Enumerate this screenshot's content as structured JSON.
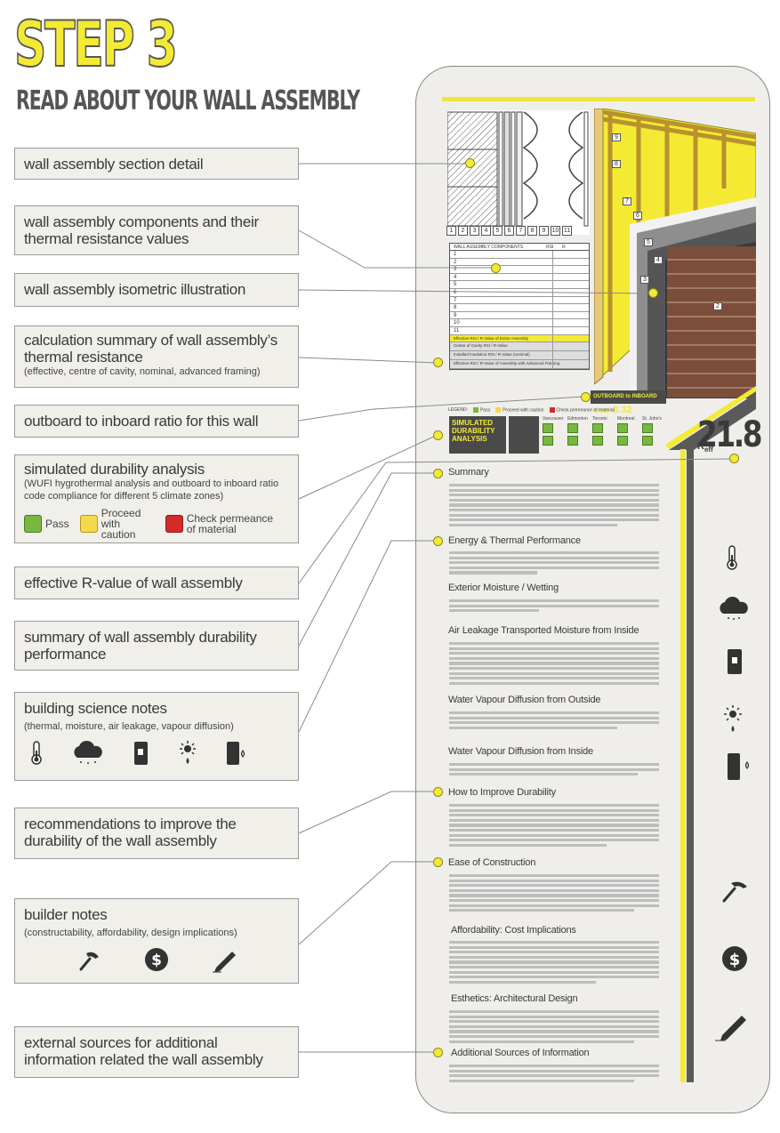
{
  "header": {
    "step": "STEP 3",
    "subtitle": "READ ABOUT YOUR WALL ASSEMBLY"
  },
  "callouts": [
    {
      "main": "wall assembly section detail"
    },
    {
      "main": "wall assembly components and their thermal resistance values"
    },
    {
      "main": "wall assembly isometric illustration"
    },
    {
      "main": "calculation summary of wall assembly’s thermal resistance",
      "note": "(effective, centre of cavity, nominal, advanced framing)"
    },
    {
      "main": "outboard to inboard ratio for this wall"
    },
    {
      "main": "simulated durability analysis",
      "note": "(WUFI hygrothermal analysis and outboard to inboard ratio code compliance for different 5 climate zones)",
      "legend": [
        {
          "label": "Pass",
          "color": "#78b83f"
        },
        {
          "label": "Proceed with caution",
          "color": "#f4d94a"
        },
        {
          "label": "Check permeance of material",
          "color": "#d42a2a"
        }
      ]
    },
    {
      "main": "effective R-value of wall assembly"
    },
    {
      "main": "summary of wall assembly durability performance"
    },
    {
      "main": "building science notes",
      "note": "(thermal, moisture, air leakage, vapour diffusion)",
      "icons": [
        "thermometer-icon",
        "rain-cloud-icon",
        "wall-panel-icon",
        "sun-drop-icon",
        "wall-drop-icon"
      ]
    },
    {
      "main": "recommendations to improve the durability of the wall assembly"
    },
    {
      "main": "builder notes",
      "note": "(constructability, affordability, design implications)",
      "icons": [
        "hammer-icon",
        "dollar-icon",
        "pencil-icon"
      ]
    },
    {
      "main": "external sources for additional information related the wall assembly"
    }
  ],
  "panel": {
    "section_numbers": [
      "1",
      "2",
      "3",
      "4",
      "5",
      "6",
      "7",
      "8",
      "9",
      "10",
      "11"
    ],
    "table_header": "WALL ASSEMBLY COMPONENTS",
    "table_header_rsi": "RSI",
    "table_header_r": "R",
    "table_rows": [
      "1",
      "2",
      "3",
      "4",
      "5",
      "6",
      "7",
      "8",
      "9",
      "10",
      "11"
    ],
    "summary_rows": [
      "Effective RSI / R-Value of Entire Assembly",
      "Centre of Cavity RSI / R-Value",
      "Installed Insulation RSI / R-Value (nominal)",
      "Effective RSI / R-Value of Assembly with Advanced Framing"
    ],
    "iso_labels": [
      "9",
      "8",
      "7",
      "6",
      "5",
      "4",
      "3",
      "2"
    ],
    "ratio_label": "OUTBOARD to INBOARD RATIO",
    "ratio_value": "0.32",
    "durability_legend_title": "LEGEND:",
    "durability_legend": [
      "Pass",
      "Proceed with caution",
      "Check permeance of material"
    ],
    "durability_title": "SIMULATED DURABILITY ANALYSIS",
    "cities": [
      "Vancouver",
      "Edmonton",
      "Toronto",
      "Montreal",
      "St. John’s"
    ],
    "r_value": "21.8",
    "r_label": "R",
    "r_subscript": "eff"
  },
  "sections": [
    {
      "title": "Summary"
    },
    {
      "title": "Energy & Thermal Performance"
    },
    {
      "title": "Exterior Moisture / Wetting"
    },
    {
      "title": "Air Leakage Transported Moisture from Inside"
    },
    {
      "title": "Water Vapour Diffusion from Outside"
    },
    {
      "title": "Water Vapour Diffusion from Inside"
    },
    {
      "title": "How to Improve Durability"
    },
    {
      "title": "Ease of Construction"
    },
    {
      "title": "Affordability: Cost Implications"
    },
    {
      "title": "Esthetics: Architectural Design"
    },
    {
      "title": "Additional Sources of Information"
    }
  ],
  "colors": {
    "accent": "#f4ea34",
    "dark": "#4a4a4a",
    "panel": "#efeeea"
  }
}
